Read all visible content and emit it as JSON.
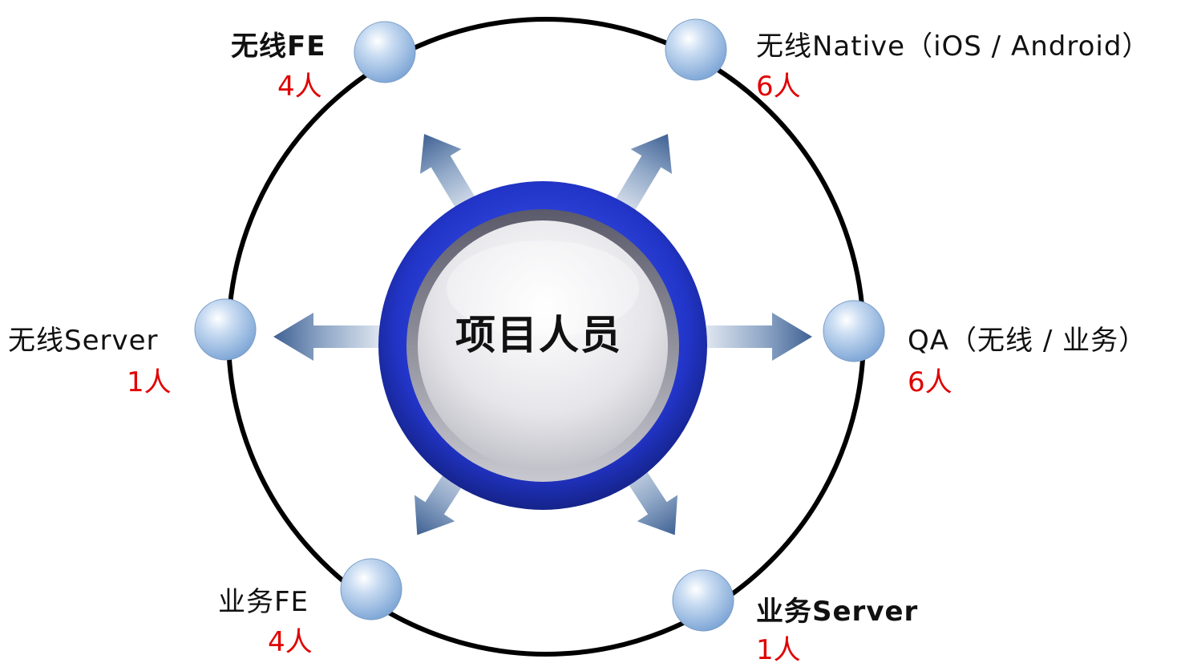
{
  "center": {
    "label": "项目人员"
  },
  "colors": {
    "count": "#e00000",
    "ring": "#000000",
    "node": "#9ec0e6",
    "hub": "#2a3fd6",
    "arrow": "#4a6a98"
  },
  "nodes": [
    {
      "id": "wireless-fe",
      "role": "无线FE",
      "count": "4人"
    },
    {
      "id": "wireless-native",
      "role": "无线Native（iOS / Android）",
      "count": "6人"
    },
    {
      "id": "wireless-server",
      "role": "无线Server",
      "count": "1人"
    },
    {
      "id": "qa",
      "role": "QA（无线 / 业务）",
      "count": "6人"
    },
    {
      "id": "business-fe",
      "role": "业务FE",
      "count": "4人"
    },
    {
      "id": "business-server",
      "role": "业务Server",
      "count": "1人"
    }
  ]
}
